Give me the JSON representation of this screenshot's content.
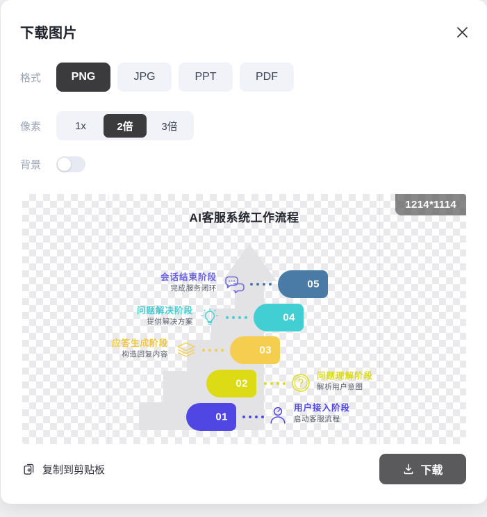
{
  "dialog": {
    "title": "下载图片",
    "close_icon": "close-icon"
  },
  "format": {
    "label": "格式",
    "options": [
      "PNG",
      "JPG",
      "PPT",
      "PDF"
    ],
    "selected": "PNG"
  },
  "pixel": {
    "label": "像素",
    "options": [
      "1x",
      "2倍",
      "3倍"
    ],
    "selected": "2倍"
  },
  "background": {
    "label": "背景",
    "enabled": false
  },
  "preview": {
    "size_badge": "1214*1114",
    "diagram": {
      "title": "AI客服系统工作流程",
      "steps": [
        {
          "number": "01",
          "title": "用户接入阶段",
          "subtitle": "启动客服流程",
          "color": "#5046e4",
          "icon": "user-icon",
          "side": "right"
        },
        {
          "number": "02",
          "title": "问题理解阶段",
          "subtitle": "解析用户意图",
          "color": "#dcdb16",
          "icon": "question-circle-icon",
          "side": "right"
        },
        {
          "number": "03",
          "title": "应答生成阶段",
          "subtitle": "构造回复内容",
          "color": "#f5ce50",
          "icon": "layers-icon",
          "side": "left"
        },
        {
          "number": "04",
          "title": "问题解决阶段",
          "subtitle": "提供解决方案",
          "color": "#42cfd4",
          "icon": "lightbulb-icon",
          "side": "left"
        },
        {
          "number": "05",
          "title": "会话结束阶段",
          "subtitle": "完成服务闭环",
          "color": "#4a7ba7",
          "icon": "chat-bubbles-icon",
          "side": "left"
        }
      ]
    }
  },
  "footer": {
    "copy_label": "复制到剪贴板",
    "copy_icon": "copy-icon",
    "download_label": "下载",
    "download_icon": "download-icon"
  }
}
